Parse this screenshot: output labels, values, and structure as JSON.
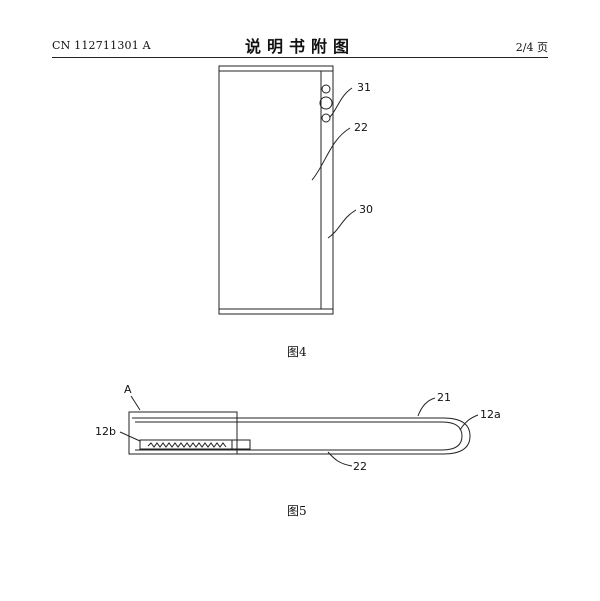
{
  "header": {
    "publication": "CN 112711301 A",
    "title": "说明书附图",
    "page": "2/4 页"
  },
  "figures": [
    {
      "caption": "图4",
      "refs": [
        "31",
        "22",
        "30"
      ]
    },
    {
      "caption": "图5",
      "refs": [
        "A",
        "21",
        "12a",
        "12b",
        "22"
      ]
    }
  ]
}
